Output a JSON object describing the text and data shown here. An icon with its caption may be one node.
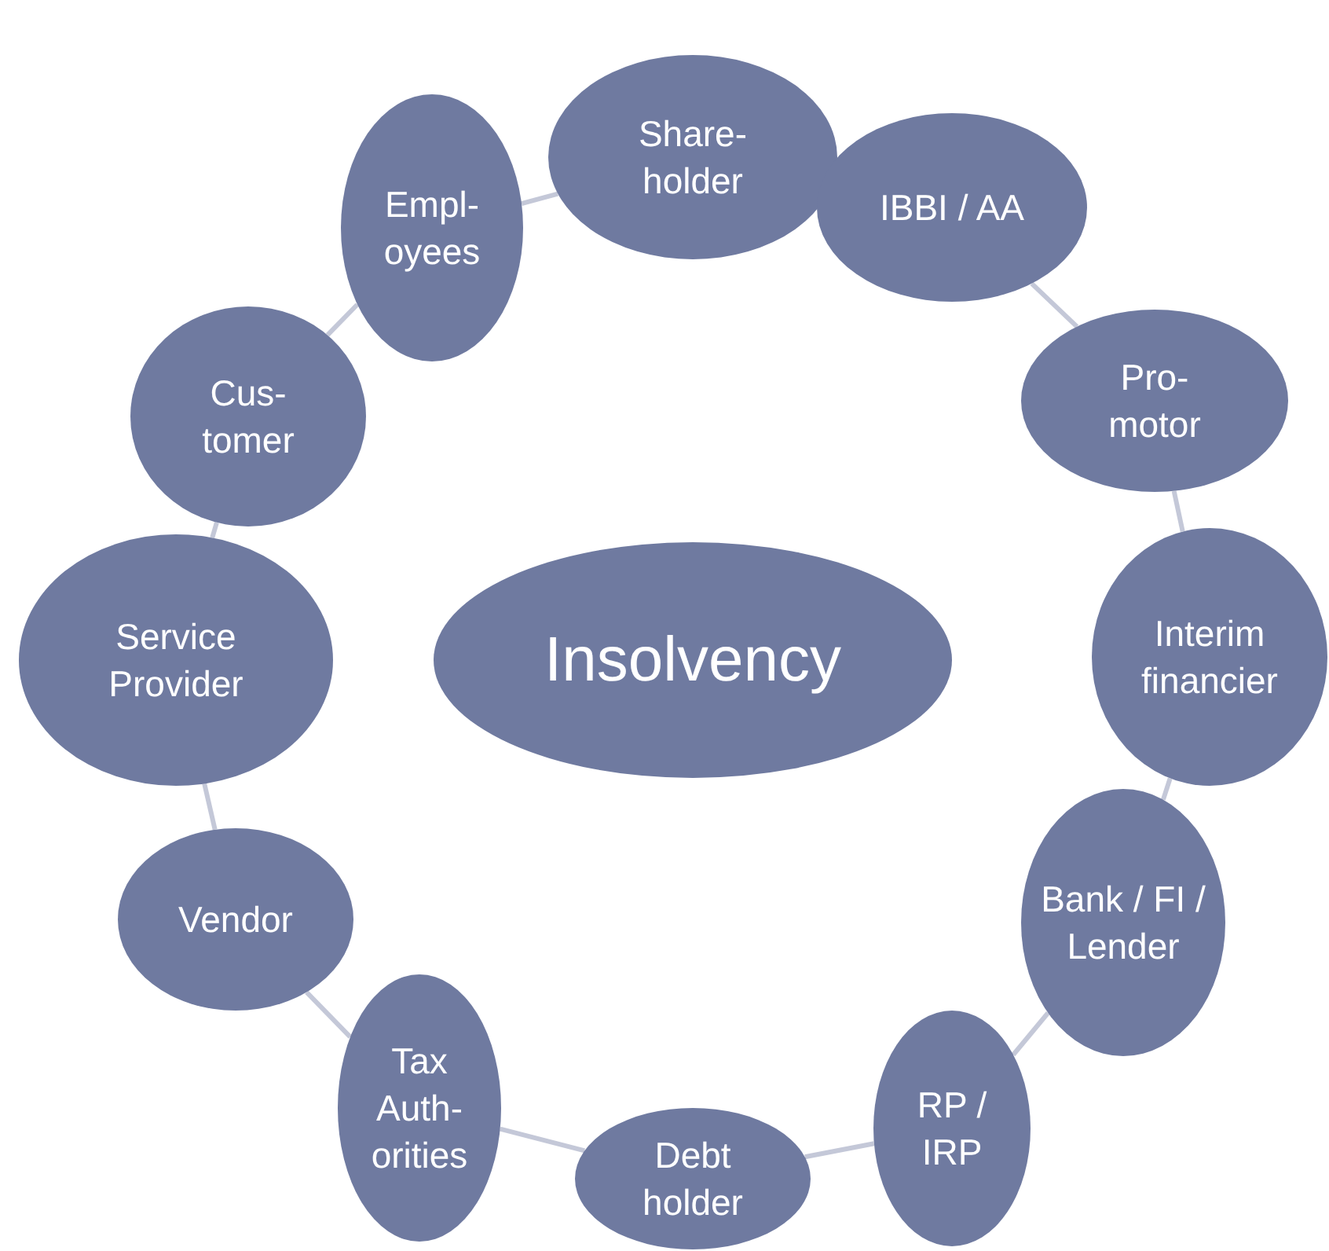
{
  "diagram": {
    "nodes": [
      {
        "text": [
          "Insolvency"
        ]
      },
      {
        "text": [
          "Share- holder"
        ]
      },
      {
        "text": [
          "IBBI / AA"
        ]
      },
      {
        "text": [
          "Pro- motor"
        ]
      },
      {
        "text": [
          "Interim financier"
        ]
      },
      {
        "text": [
          "Bank / FI / Lender"
        ]
      },
      {
        "text": [
          "RP / IRP"
        ]
      },
      {
        "text": [
          "Debt holder"
        ]
      },
      {
        "text": [
          "Tax Auth- orities"
        ]
      },
      {
        "text": [
          "Vendor"
        ]
      },
      {
        "text": [
          "Service Provider"
        ]
      },
      {
        "text": [
          "Cus- tomer"
        ]
      },
      {
        "text": [
          "Empl- oyees"
        ]
      }
    ],
    "edges": [
      {
        "from": 2,
        "to": 3,
        "arrow": "none"
      },
      {
        "from": 3,
        "to": 4,
        "arrow": "none"
      },
      {
        "from": 4,
        "to": 5,
        "arrow": "none"
      },
      {
        "from": 5,
        "to": 6,
        "arrow": "none"
      },
      {
        "from": 6,
        "to": 7,
        "arrow": "none"
      },
      {
        "from": 7,
        "to": 8,
        "arrow": "none"
      },
      {
        "from": 8,
        "to": 9,
        "arrow": "none"
      },
      {
        "from": 9,
        "to": 10,
        "arrow": "none"
      },
      {
        "from": 10,
        "to": 11,
        "arrow": "none"
      },
      {
        "from": 11,
        "to": 12,
        "arrow": "none"
      },
      {
        "from": 12,
        "to": 1,
        "arrow": "none"
      }
    ]
  }
}
